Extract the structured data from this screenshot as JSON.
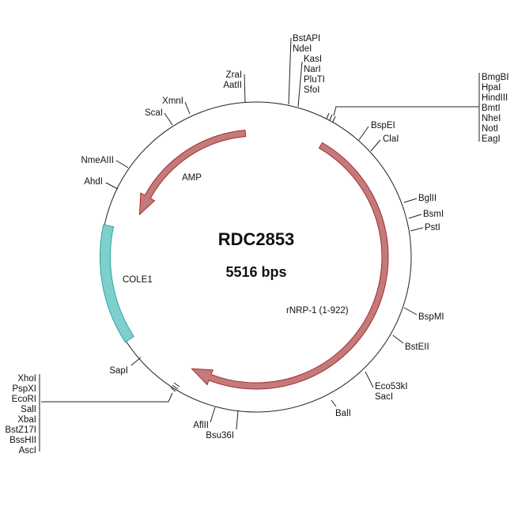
{
  "plasmid": {
    "name": "RDC2853",
    "size": "5516 bps"
  },
  "colors": {
    "cds": "#c47a7a",
    "cds_stroke": "#a52a2a",
    "ori": "#7fcfcc",
    "ori_stroke": "#2aa7a0"
  },
  "features": [
    {
      "label": "AMP",
      "type": "cds",
      "direction": "reverse"
    },
    {
      "label": "rNRP-1 (1-922)",
      "type": "cds",
      "direction": "forward"
    },
    {
      "label": "COLE1",
      "type": "origin"
    }
  ],
  "sites": {
    "zra": [
      "ZraI",
      "AatII"
    ],
    "bstapi": [
      "BstAPI",
      "NdeI"
    ],
    "kasi": [
      "KasI",
      "NarI",
      "PluTI",
      "SfoI"
    ],
    "mcs1": [
      "BmgBI",
      "HpaI",
      "HindIII",
      "BmtI",
      "NheI",
      "NotI",
      "EagI"
    ],
    "bspei": "BspEI",
    "clai": "ClaI",
    "bglii": "BglII",
    "bsmi": "BsmI",
    "psti": "PstI",
    "bspmi": "BspMI",
    "bsteii": "BstEII",
    "eco": [
      "Eco53kI",
      "SacI"
    ],
    "bali": "BalI",
    "aflii": "AflII",
    "bsu36i": "Bsu36I",
    "mcs2": [
      "XhoI",
      "PspXI",
      "EcoRI",
      "SalI",
      "XbaI",
      "BstZ17I",
      "BssHII",
      "AscI"
    ],
    "sapi": "SapI",
    "ahdi": "AhdI",
    "nmeaiii": "NmeAIII",
    "scai": "ScaI",
    "xmni": "XmnI"
  }
}
